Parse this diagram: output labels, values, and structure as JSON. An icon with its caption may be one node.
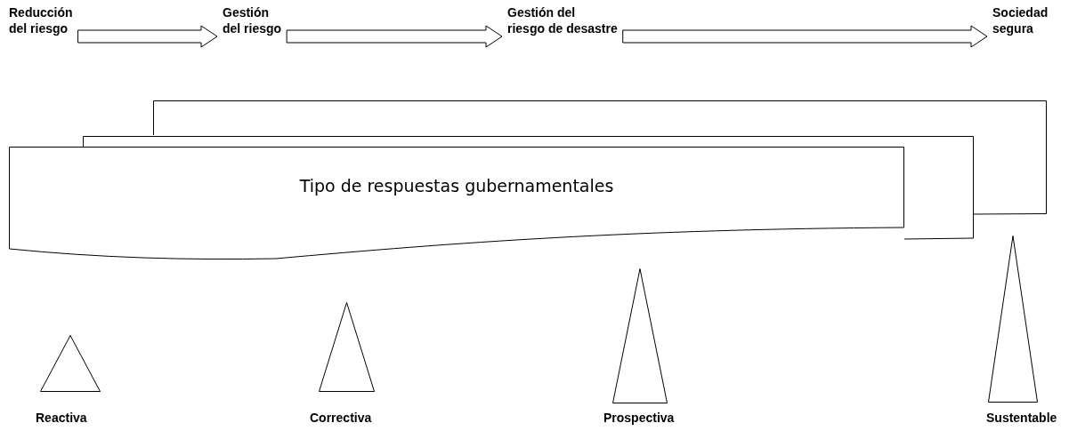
{
  "diagram": {
    "nodes": [
      {
        "text": [
          "Reducción del riesgo"
        ]
      },
      {
        "text": [
          "Gestión del riesgo"
        ]
      },
      {
        "text": [
          "Gestión del riesgo de desastre"
        ]
      },
      {
        "text": [
          "Sociedad segura"
        ]
      },
      {
        "text": [
          "Tipo de respuestas gubernamentales"
        ]
      },
      {
        "text": [],
        "shape": "triangle",
        "beside": [
          "Reactiva"
        ]
      },
      {
        "text": [],
        "shape": "triangle",
        "beside": [
          "Correctiva"
        ]
      },
      {
        "text": [],
        "shape": "triangle",
        "beside": [
          "Prospectiva"
        ]
      },
      {
        "text": [],
        "shape": "triangle",
        "beside": [
          "Sustentable"
        ]
      }
    ],
    "edges": [
      {
        "from": 0,
        "to": 1,
        "arrow": "to"
      },
      {
        "from": 1,
        "to": 2,
        "arrow": "to"
      },
      {
        "from": 2,
        "to": 3,
        "arrow": "to"
      }
    ]
  }
}
